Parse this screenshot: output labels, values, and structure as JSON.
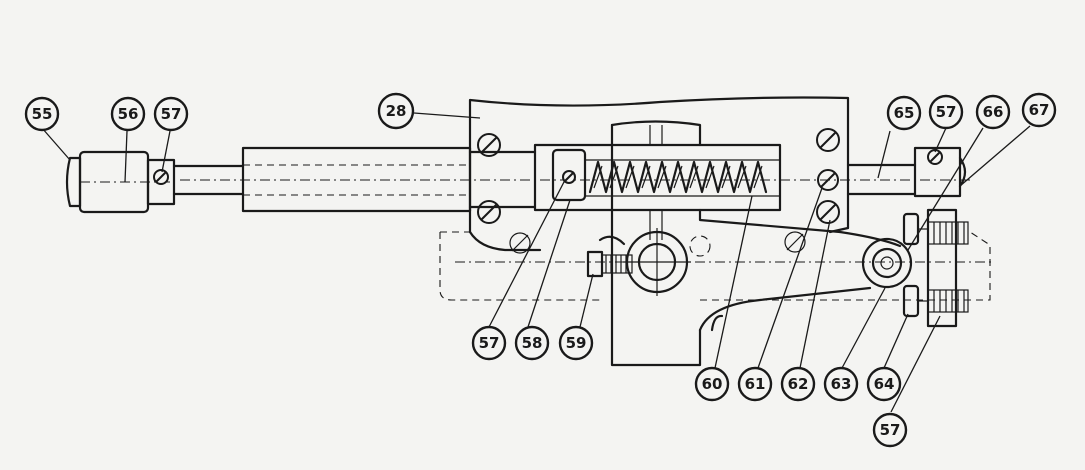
{
  "callouts": [
    {
      "id": "c55",
      "label": "55"
    },
    {
      "id": "c56",
      "label": "56"
    },
    {
      "id": "c57a",
      "label": "57"
    },
    {
      "id": "c28",
      "label": "28"
    },
    {
      "id": "c65",
      "label": "65"
    },
    {
      "id": "c57b",
      "label": "57"
    },
    {
      "id": "c66",
      "label": "66"
    },
    {
      "id": "c67",
      "label": "67"
    },
    {
      "id": "c57c",
      "label": "57"
    },
    {
      "id": "c58",
      "label": "58"
    },
    {
      "id": "c59",
      "label": "59"
    },
    {
      "id": "c60",
      "label": "60"
    },
    {
      "id": "c61",
      "label": "61"
    },
    {
      "id": "c62",
      "label": "62"
    },
    {
      "id": "c63",
      "label": "63"
    },
    {
      "id": "c64",
      "label": "64"
    },
    {
      "id": "c57d",
      "label": "57"
    }
  ]
}
